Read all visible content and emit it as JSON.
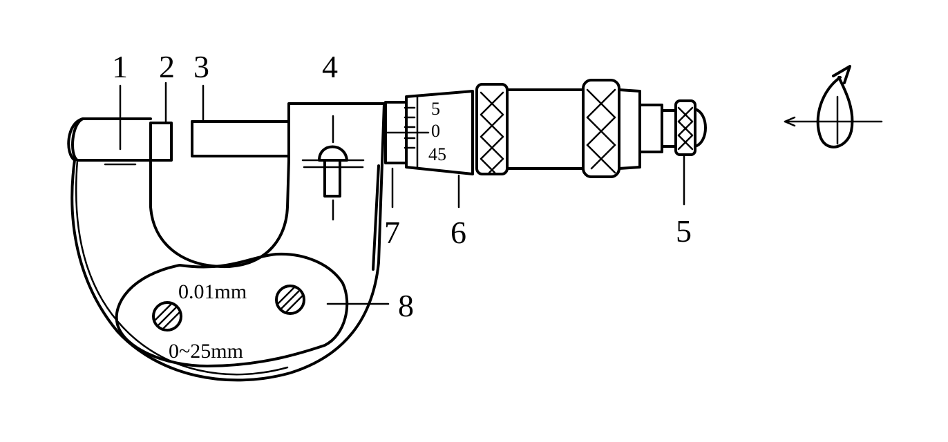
{
  "diagram": {
    "callouts": {
      "c1": "1",
      "c2": "2",
      "c3": "3",
      "c4": "4",
      "c5": "5",
      "c6": "6",
      "c7": "7",
      "c8": "8"
    },
    "plate": {
      "resolution": "0.01mm",
      "range": "0~25mm"
    },
    "thimble_scale": {
      "top": "5",
      "middle": "0",
      "bottom": "45"
    }
  }
}
